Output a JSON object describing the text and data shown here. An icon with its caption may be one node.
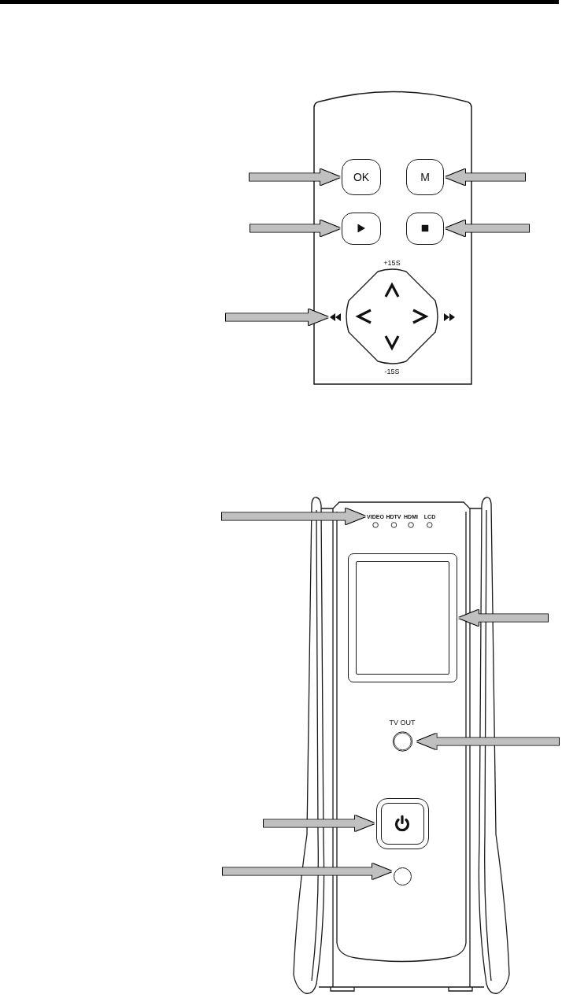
{
  "diagram": {
    "nodes": [
      {
        "text": [
          "OK"
        ]
      },
      {
        "text": [
          "M"
        ]
      },
      {
        "text": [],
        "shape": "box"
      },
      {
        "text": [],
        "shape": "box"
      },
      {
        "text": [],
        "shape": "picture"
      },
      {
        "text": [
          "VIDEO"
        ]
      },
      {
        "text": [
          "HDTV"
        ]
      },
      {
        "text": [
          "HDMI"
        ]
      },
      {
        "text": [
          "LCD"
        ]
      },
      {
        "text": [],
        "shape": "box"
      },
      {
        "text": [
          "TV OUT"
        ]
      },
      {
        "text": [],
        "shape": "box"
      },
      {
        "text": [],
        "shape": "circle"
      }
    ],
    "edges": [
      {
        "from": null,
        "to": 0,
        "arrow": "to"
      },
      {
        "from": null,
        "to": 1,
        "arrow": "to"
      },
      {
        "from": null,
        "to": 2,
        "arrow": "to"
      },
      {
        "from": null,
        "to": 3,
        "arrow": "to"
      },
      {
        "from": null,
        "to": 4,
        "arrow": "to"
      },
      {
        "from": null,
        "to": 5,
        "arrow": "to"
      },
      {
        "from": null,
        "to": 9,
        "arrow": "to"
      },
      {
        "from": null,
        "to": 10,
        "arrow": "to"
      },
      {
        "from": null,
        "to": 11,
        "arrow": "to"
      },
      {
        "from": null,
        "to": 12,
        "arrow": "to"
      }
    ],
    "labels": [
      "+15S",
      "-15S"
    ]
  }
}
